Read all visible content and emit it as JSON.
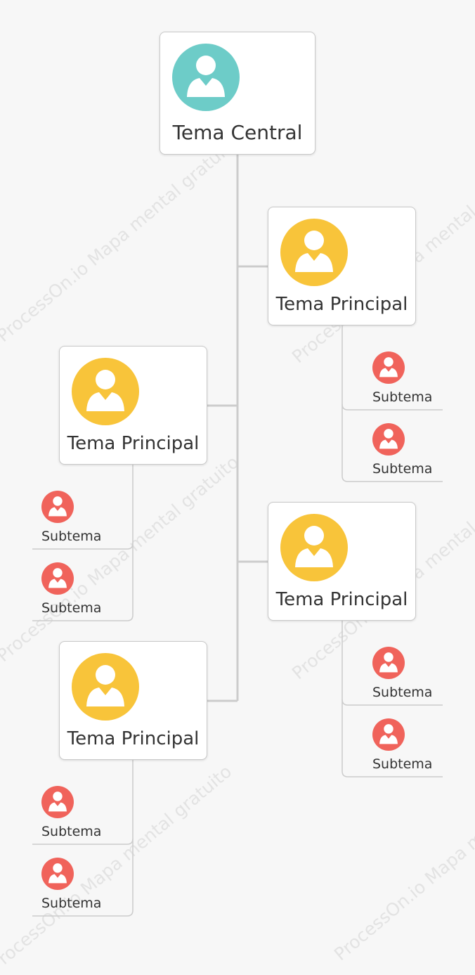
{
  "watermark": "ProcessOn.io Mapa mental gratuito",
  "colors": {
    "central": "#6dccc8",
    "main": "#f8c43a",
    "sub": "#f0635b",
    "line": "#cccccc",
    "node_border": "#c9c9c9",
    "background": "#f7f7f7"
  },
  "central_topic": {
    "label": "Tema Central",
    "icon": "user-avatar-icon"
  },
  "main_topics": [
    {
      "label": "Tema Principal",
      "icon": "user-avatar-icon",
      "subtopics": [
        "Subtema",
        "Subtema"
      ]
    },
    {
      "label": "Tema Principal",
      "icon": "user-avatar-icon",
      "subtopics": [
        "Subtema",
        "Subtema"
      ]
    },
    {
      "label": "Tema Principal",
      "icon": "user-avatar-icon",
      "subtopics": [
        "Subtema",
        "Subtema"
      ]
    },
    {
      "label": "Tema Principal",
      "icon": "user-avatar-icon",
      "subtopics": [
        "Subtema",
        "Subtema"
      ]
    }
  ]
}
